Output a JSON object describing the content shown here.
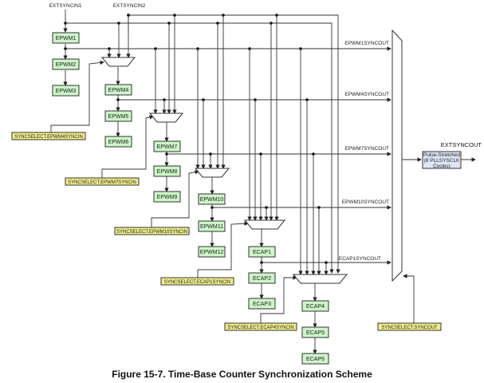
{
  "inputs": {
    "ext1": "EXTSYNCIN1",
    "ext2": "EXTSYNCIN2"
  },
  "modules": {
    "epwm1": "EPWM1",
    "epwm2": "EPWM2",
    "epwm3": "EPWM3",
    "epwm4": "EPWM4",
    "epwm5": "EPWM5",
    "epwm6": "EPWM6",
    "epwm7": "EPWM7",
    "epwm8": "EPWM8",
    "epwm9": "EPWM9",
    "epwm10": "EPWM10",
    "epwm11": "EPWM11",
    "epwm12": "EPWM12",
    "ecap1": "ECAP1",
    "ecap2": "ECAP2",
    "ecap3": "ECAP3",
    "ecap4": "ECAP4",
    "ecap5": "ECAP5",
    "ecap6": "ECAP6"
  },
  "selects": {
    "epwm4": "SYNCSELECT.EPWM4SYNCIN",
    "epwm7": "SYNCSELECT.EPWM7SYNCIN",
    "epwm10": "SYNCSELECT.EPWM10SYNCIN",
    "ecap1": "SYNCSELECT.ECAP1SYNCIN",
    "ecap4": "SYNCSELECT.ECAP4SYNCIN",
    "syncout": "SYNCSELECT.SYNCOUT"
  },
  "outputs": {
    "epwm1": "EPWM1SYNCOUT",
    "epwm4": "EPWM4SYNCOUT",
    "epwm7": "EPWM7SYNCOUT",
    "epwm10": "EPWM10SYNCOUT",
    "ecap1": "ECAP1SYNCOUT",
    "ext": "EXTSYNCOUT"
  },
  "stretcher": {
    "line1": "Pulse-Stretched",
    "line2": "(8 PLLSYSCLK",
    "line3": "Cycles)"
  },
  "caption": "Figure 15-7. Time-Base Counter Synchronization Scheme",
  "colors": {
    "module": "#cdf5c8",
    "select": "#f2ee8a",
    "stretcher": "#dde6f5",
    "wire": "#333333"
  }
}
